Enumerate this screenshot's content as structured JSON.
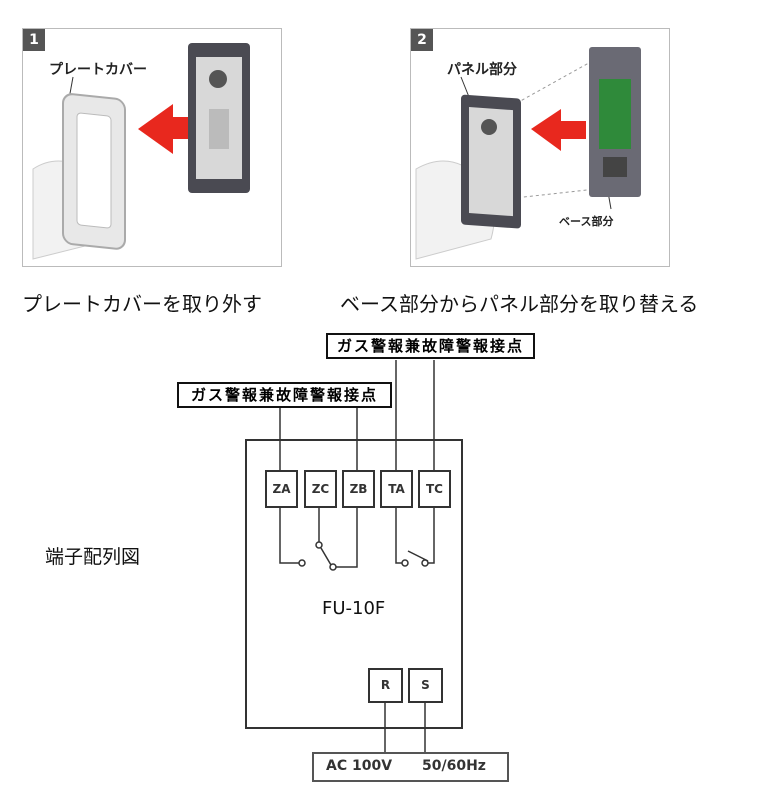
{
  "step1": {
    "number": "1",
    "label": "プレートカバー",
    "caption": "プレートカバーを取り外す"
  },
  "step2": {
    "number": "2",
    "label": "パネル部分",
    "sub_label": "ベース部分",
    "caption": "ベース部分からパネル部分を取り替える"
  },
  "diagram": {
    "title": "端子配列図",
    "contact_label_1": "ガス警報兼故障警報接点",
    "contact_label_2": "ガス警報兼故障警報接点",
    "terminals": [
      "ZA",
      "ZC",
      "ZB",
      "TA",
      "TC"
    ],
    "model": "FU-10F",
    "power_terminals": [
      "R",
      "S"
    ],
    "power_voltage": "AC 100V",
    "power_frequency": "50/60Hz"
  },
  "colors": {
    "arrow": "#e8281e",
    "panel_dark": "#4a4a52",
    "pcb": "#2f8a3a"
  }
}
